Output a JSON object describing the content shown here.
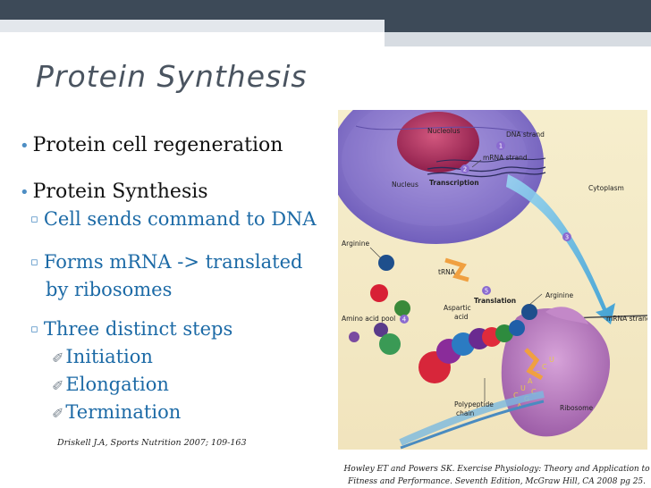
{
  "slide": {
    "title": "Protein Synthesis",
    "bullets": [
      {
        "text": "Protein cell regeneration"
      },
      {
        "text": "Protein Synthesis"
      }
    ],
    "sub_bullets": [
      {
        "text": "Cell sends command to DNA"
      },
      {
        "lines": [
          "Forms mRNA -> translated",
          "by ribosomes"
        ]
      },
      {
        "text": "Three distinct steps"
      }
    ],
    "steps": [
      "Initiation",
      "Elongation",
      "Termination"
    ],
    "citation_left": "Driskell J.A, Sports Nutrition 2007; 109-163",
    "citation_right": [
      "Howley ET and Powers SK. Exercise Physiology: Theory and Application to",
      "Fitness and Performance. Seventh Edition, McGraw Hill, CA 2008 pg 25."
    ]
  },
  "figure": {
    "labels": {
      "nucleolus": "Nucleolus",
      "dna_strand": "DNA strand",
      "mrna_strand_top": "mRNA strand",
      "nucleus": "Nucleus",
      "transcription": "Transcription",
      "cytoplasm": "Cytoplasm",
      "arginine_left": "Arginine",
      "trna": "tRNA",
      "translation": "Translation",
      "arginine_right": "Arginine",
      "aspartic": "Aspartic",
      "acid": "acid",
      "amino_acid_pool": "Amino acid pool",
      "mrna_strand_right": "mRNA strand",
      "polypeptide": "Polypeptide",
      "chain": "chain",
      "ribosome": "Ribosome"
    },
    "step_numbers": [
      "1",
      "2",
      "3",
      "4",
      "5"
    ],
    "codon_letters": "CUAGCUAGC"
  }
}
